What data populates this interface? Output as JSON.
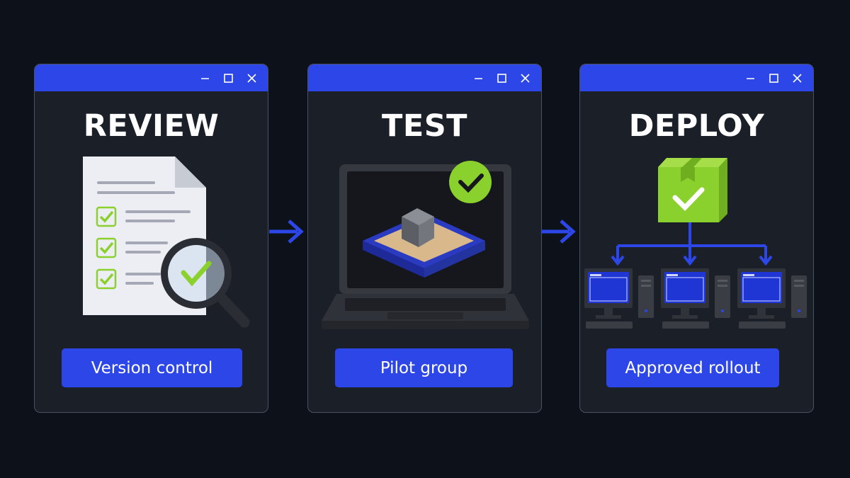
{
  "steps": [
    {
      "title": "REVIEW",
      "label": "Version control"
    },
    {
      "title": "TEST",
      "label": "Pilot group"
    },
    {
      "title": "DEPLOY",
      "label": "Approved rollout"
    }
  ],
  "icons": {
    "review": "checklist-document-with-magnifier-icon",
    "test": "laptop-sandbox-check-icon",
    "deploy": "package-distribution-to-computers-icon"
  },
  "colors": {
    "background": "#0d1119",
    "panel": "#1b1f28",
    "accent_blue": "#2d46e8",
    "check_green": "#8bd12e"
  }
}
